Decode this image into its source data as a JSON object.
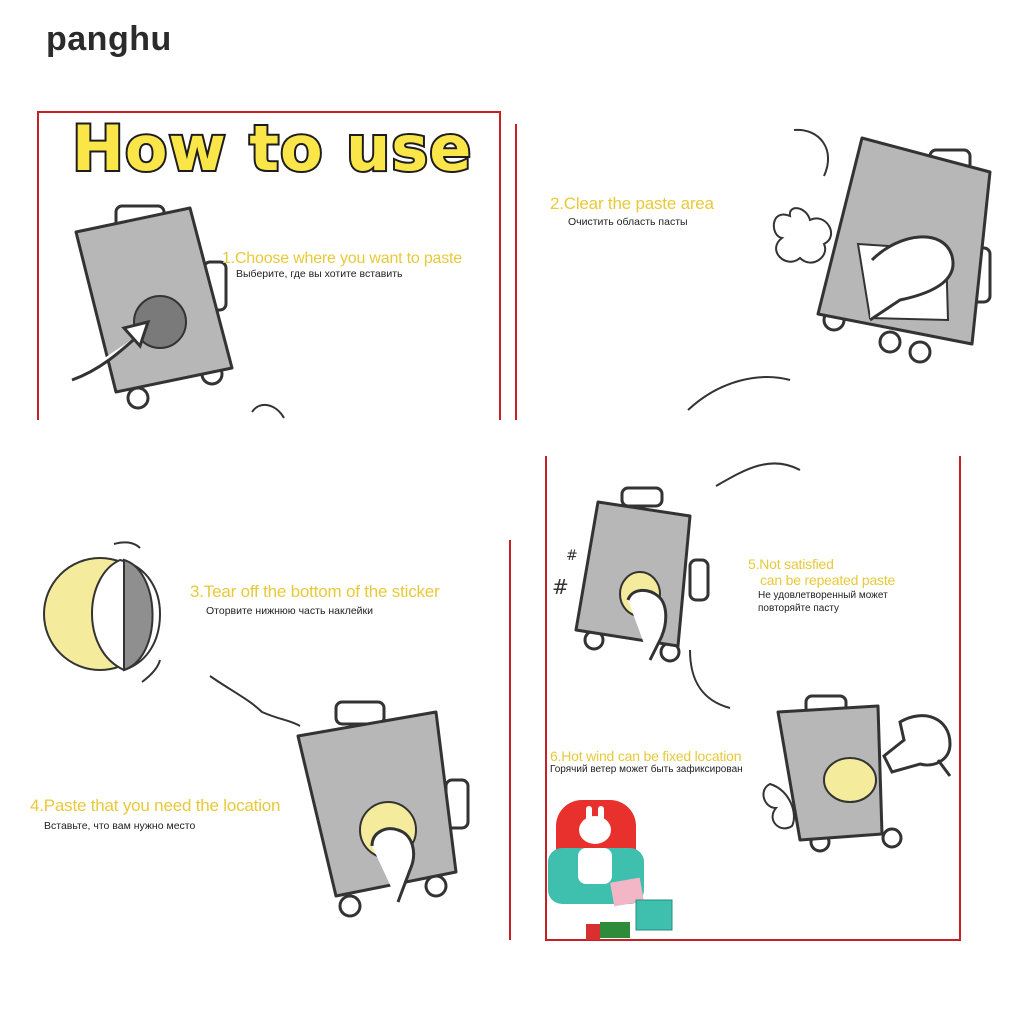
{
  "brand": "panghu",
  "title": "How to use",
  "steps": [
    {
      "en": "1.Choose where you want to paste",
      "ru": "Выберите, где вы хотите вставить"
    },
    {
      "en": "2.Clear the paste area",
      "ru": "Очистить область пасты"
    },
    {
      "en": "3.Tear off the bottom of the sticker",
      "ru": "Оторвите нижнюю часть наклейки"
    },
    {
      "en": "4.Paste that you need the location",
      "ru": "Вставьте, что вам нужно место"
    },
    {
      "en_line1": "5.Not satisfied",
      "en_line2": "can be repeated paste",
      "ru_line1": "Не удовлетворенный может",
      "ru_line2": "повторяйте пасту"
    },
    {
      "en": "6.Hot wind can be fixed location",
      "ru": "Горячий ветер может быть зафиксирован"
    }
  ],
  "colors": {
    "frame": "#c62026",
    "accent": "#e8c93a",
    "suitcase": "#b7b7b7",
    "sticker": "#f4ec9c"
  }
}
